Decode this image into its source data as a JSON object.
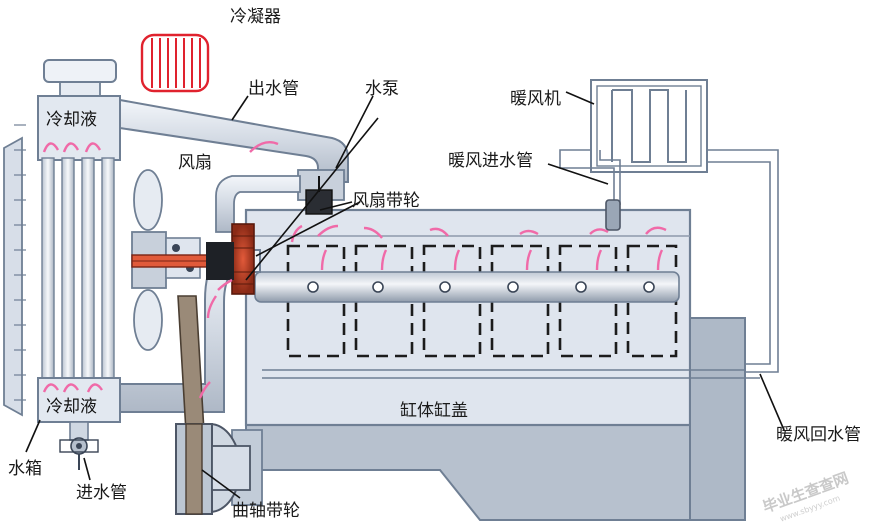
{
  "labels": {
    "condenser": "冷凝器",
    "outlet_pipe": "出水管",
    "water_pump": "水泵",
    "heater": "暖风机",
    "coolant_top": "冷却液",
    "fan": "风扇",
    "heater_inlet_pipe": "暖风进水管",
    "fan_pulley": "风扇带轮",
    "cylinder": "缸体缸盖",
    "coolant_bottom": "冷却液",
    "heater_return_pipe": "暖风回水管",
    "radiator": "水箱",
    "inlet_pipe": "进水管",
    "crank_pulley": "曲轴带轮"
  },
  "watermark": {
    "text": "毕业生查查网",
    "url": "www.sbyyy.com"
  },
  "colors": {
    "body_fill": "#dde3ec",
    "edge": "#6f7f94",
    "flow_arrow": "#f06aa8",
    "condenser": "#e0222e",
    "belt": "#9a8a78"
  }
}
